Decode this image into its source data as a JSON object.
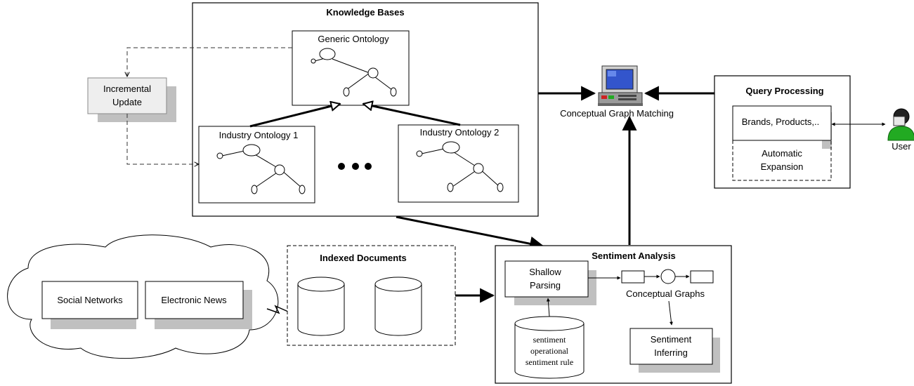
{
  "knowledge_bases": {
    "title": "Knowledge Bases",
    "generic_ontology": "Generic Ontology",
    "industry_ontology_1": "Industry Ontology 1",
    "industry_ontology_2": "Industry Ontology 2"
  },
  "incremental_update": {
    "line1": "Incremental",
    "line2": "Update"
  },
  "computer": {
    "label": "Conceptual Graph Matching"
  },
  "query_processing": {
    "title": "Query Processing",
    "brands": "Brands, Products,..",
    "expansion_line1": "Automatic",
    "expansion_line2": "Expansion"
  },
  "user": {
    "label": "User"
  },
  "sources": {
    "social_networks": "Social Networks",
    "electronic_news": "Electronic News"
  },
  "indexed_documents": {
    "title": "Indexed Documents"
  },
  "sentiment_analysis": {
    "title": "Sentiment Analysis",
    "shallow_line1": "Shallow",
    "shallow_line2": "Parsing",
    "conceptual_graphs": "Conceptual Graphs",
    "inferring_line1": "Sentiment",
    "inferring_line2": "Inferring",
    "db_line1": "sentiment",
    "db_line2": "operational",
    "db_line3": "sentiment rule"
  },
  "colors": {
    "shadow": "#c0c0c0",
    "box_fill": "#ffffff",
    "incremental_fill": "#eeeeee",
    "user_green": "#22aa22",
    "screen_blue": "#3355cc"
  }
}
